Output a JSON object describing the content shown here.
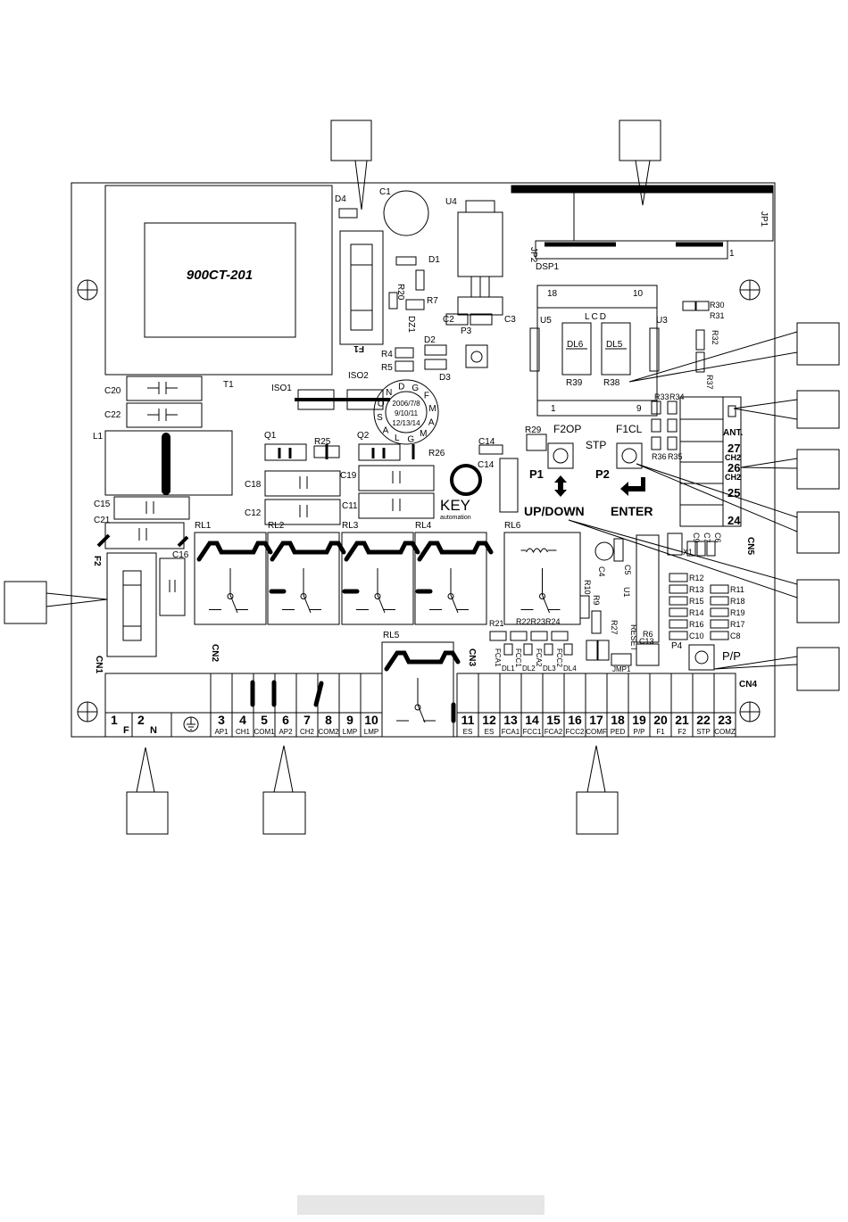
{
  "transformer": {
    "model": "900CT-201",
    "ref": "T1"
  },
  "components": {
    "fuse_f1": "F1",
    "fuse_f2": "F2",
    "c1": "C1",
    "u4": "U4",
    "d4": "D4",
    "d1": "D1",
    "r20": "R20",
    "r7": "R7",
    "dz1": "DZ1",
    "c2": "C2",
    "c3": "C3",
    "p3": "P3",
    "d2": "D2",
    "d3": "D3",
    "r4": "R4",
    "r5": "R5",
    "iso1": "ISO1",
    "iso2": "ISO2",
    "q1": "Q1",
    "q2": "Q2",
    "r25": "R25",
    "r26": "R26",
    "c14a": "C14",
    "c14b": "C14",
    "c18": "C18",
    "c12": "C12",
    "c19": "C19",
    "c11": "C11",
    "c20": "C20",
    "c22": "C22",
    "l1": "L1",
    "c15": "C15",
    "c21": "C21",
    "c16": "C16",
    "rl1": "RL1",
    "rl2": "RL2",
    "rl3": "RL3",
    "rl4": "RL4",
    "rl5": "RL5",
    "rl6": "RL6",
    "jp1": "JP1",
    "jp2": "JP2",
    "dsp1": "DSP1",
    "jp2_pin": "1",
    "r30": "R30",
    "r31": "R31",
    "r32": "R32",
    "r37": "R37",
    "r33": "R33",
    "r34": "R34",
    "r35": "R35",
    "r36": "R36",
    "r29": "R29",
    "c4": "C4",
    "c5": "C5",
    "u1": "U1",
    "r10": "R10",
    "r9": "R9",
    "r27": "R27",
    "reset": "RESET",
    "jmp1": "JMP1",
    "r6": "R6",
    "c13": "C13",
    "r21": "R21",
    "r22r23r24": "R22R23R24",
    "fca1": "FCA1",
    "fcc1": "FCC1",
    "fca2": "FCA2",
    "fcc2": "FCC2",
    "dl1": "DL1",
    "dl2": "DL2",
    "dl3": "DL3",
    "dl4": "DL4",
    "r12": "R12",
    "r13": "R13",
    "r15": "R15",
    "r14": "R14",
    "r16": "R16",
    "c10": "C10",
    "r11": "R11",
    "r18": "R18",
    "r19": "R19",
    "r17": "R17",
    "c8": "C8",
    "c9": "C9",
    "c7": "C7",
    "c6": "C6",
    "x1": "X1",
    "p4": "P4",
    "p4_label": "P/P",
    "cn1": "CN1",
    "cn2": "CN2",
    "cn3": "CN3",
    "cn4": "CN4",
    "cn5": "CN5",
    "key_logo": "KEY",
    "key_sub": "automation"
  },
  "date_wheel": {
    "ring": [
      "D",
      "G",
      "F",
      "M",
      "A",
      "M",
      "G",
      "L",
      "A",
      "S",
      "O",
      "N"
    ],
    "center": [
      "2006/7/8",
      "9/10/11",
      "12/13/14"
    ]
  },
  "display": {
    "title": "LCD",
    "u5": "U5",
    "u3": "U3",
    "pin18": "18",
    "pin10": "10",
    "pin1": "1",
    "pin9": "9",
    "dl6": "DL6",
    "dl5": "DL5",
    "r39": "R39",
    "r38": "R38"
  },
  "buttons": {
    "p1": "P1",
    "p2": "P2",
    "f2op": "F2OP",
    "f1cl": "F1CL",
    "stp": "STP",
    "up_down": "UP/DOWN",
    "enter": "ENTER"
  },
  "cn5_labels": [
    "ANT.",
    "27",
    "CH2",
    "26",
    "CH2",
    "25",
    "24"
  ],
  "terminals": [
    {
      "num": "1",
      "label": "F"
    },
    {
      "num": "2",
      "label": "N"
    },
    {
      "num": "",
      "label": "earth"
    },
    {
      "num": "3",
      "label": "AP1"
    },
    {
      "num": "4",
      "label": "CH1"
    },
    {
      "num": "5",
      "label": "COM1"
    },
    {
      "num": "6",
      "label": "AP2"
    },
    {
      "num": "7",
      "label": "CH2"
    },
    {
      "num": "8",
      "label": "COM2"
    },
    {
      "num": "9",
      "label": "LMP"
    },
    {
      "num": "10",
      "label": "LMP"
    },
    {
      "num": "11",
      "label": "ES"
    },
    {
      "num": "12",
      "label": "ES"
    },
    {
      "num": "13",
      "label": "FCA1"
    },
    {
      "num": "14",
      "label": "FCC1"
    },
    {
      "num": "15",
      "label": "FCA2"
    },
    {
      "num": "16",
      "label": "FCC2"
    },
    {
      "num": "17",
      "label": "COMF"
    },
    {
      "num": "18",
      "label": "PED"
    },
    {
      "num": "19",
      "label": "P/P"
    },
    {
      "num": "20",
      "label": "F1"
    },
    {
      "num": "21",
      "label": "F2"
    },
    {
      "num": "22",
      "label": "STP"
    },
    {
      "num": "23",
      "label": "COMZ"
    }
  ]
}
